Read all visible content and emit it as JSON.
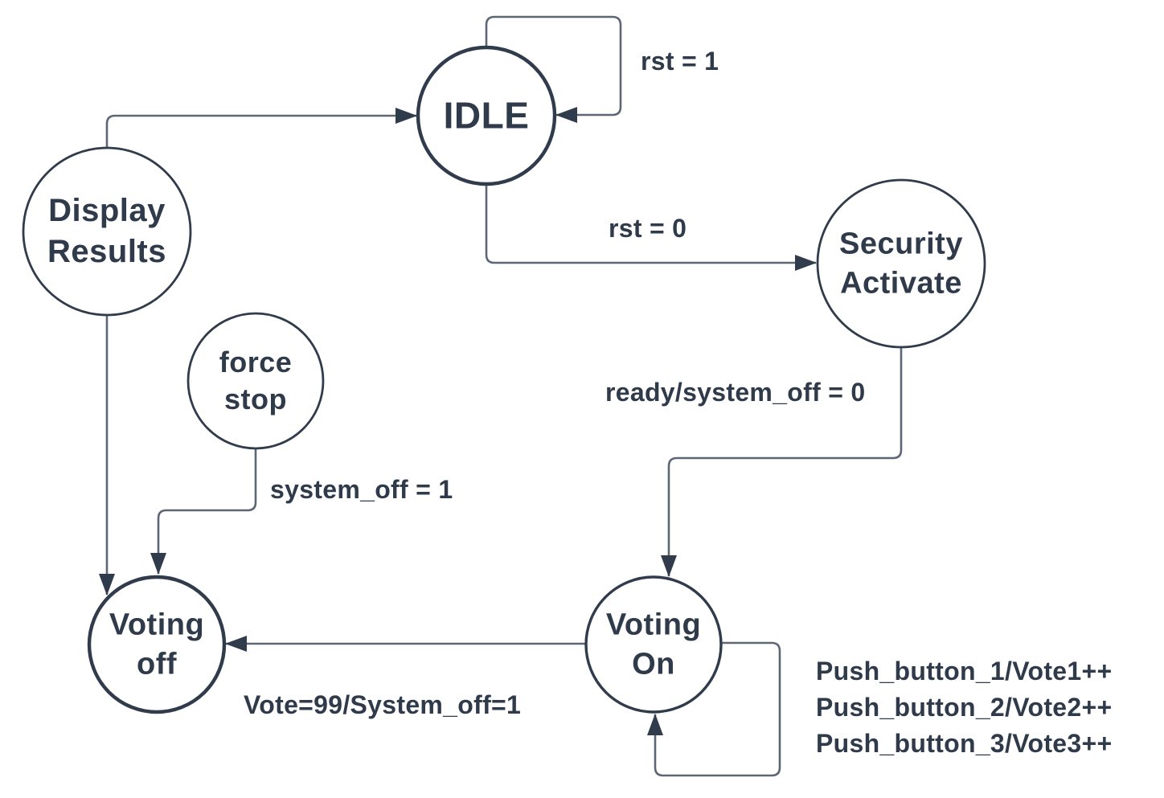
{
  "diagram": {
    "type": "state-machine",
    "background_color": "#ffffff",
    "node_stroke_color": "#303c4b",
    "edge_stroke_color": "#5c6675",
    "text_color": "#2f3b4a",
    "states": [
      {
        "id": "idle",
        "label": "IDLE"
      },
      {
        "id": "display-results",
        "label": "Display\nResults"
      },
      {
        "id": "security-activate",
        "label": "Security\nActivate"
      },
      {
        "id": "force-stop",
        "label": "force\nstop"
      },
      {
        "id": "voting-off",
        "label": "Voting\noff"
      },
      {
        "id": "voting-on",
        "label": "Voting\nOn"
      }
    ],
    "transitions": [
      {
        "from": "idle",
        "to": "idle",
        "label": "rst = 1"
      },
      {
        "from": "display-results",
        "to": "idle",
        "label": ""
      },
      {
        "from": "idle",
        "to": "security-activate",
        "label": "rst = 0"
      },
      {
        "from": "security-activate",
        "to": "voting-on",
        "label": "ready/system_off = 0"
      },
      {
        "from": "voting-on",
        "to": "voting-on",
        "label": "Push_button_1/Vote1++\nPush_button_2/Vote2++\nPush_button_3/Vote3++"
      },
      {
        "from": "voting-on",
        "to": "voting-off",
        "label": "Vote=99/System_off=1"
      },
      {
        "from": "force-stop",
        "to": "voting-off",
        "label": "system_off = 1"
      },
      {
        "from": "display-results",
        "to": "voting-off",
        "label": ""
      }
    ]
  }
}
